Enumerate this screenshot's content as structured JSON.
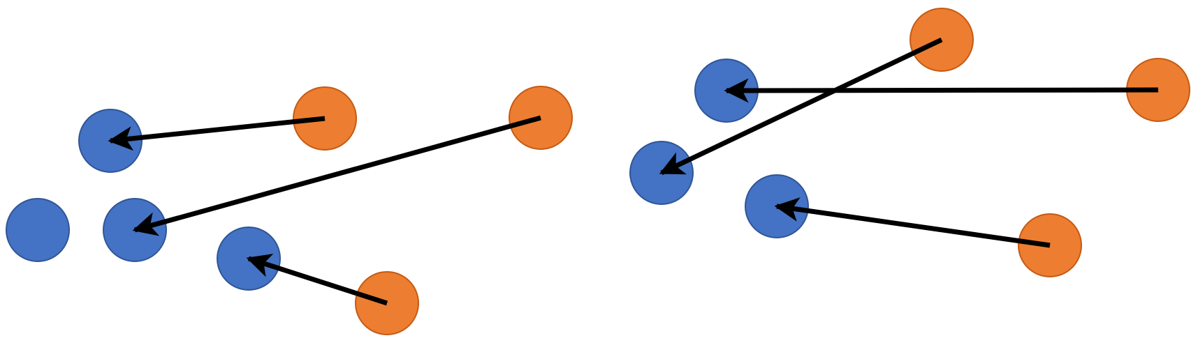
{
  "colors": {
    "blue_fill": "#4472C4",
    "blue_stroke": "#2F5597",
    "orange_fill": "#ED7D31",
    "orange_stroke": "#C55A11",
    "arrow": "#000000",
    "background": "#FFFFFF"
  },
  "panels": [
    {
      "name": "left-panel",
      "blue_points": [
        "b1",
        "b2",
        "b3",
        "b4"
      ],
      "orange_points": [
        "o1",
        "o2",
        "o3"
      ],
      "arrows": [
        {
          "from": "o1",
          "to": "b1"
        },
        {
          "from": "o2",
          "to": "b3"
        },
        {
          "from": "o3",
          "to": "b4"
        }
      ]
    },
    {
      "name": "right-panel",
      "blue_points": [
        "b5",
        "b6",
        "b7"
      ],
      "orange_points": [
        "o4",
        "o5",
        "o6"
      ],
      "arrows": [
        {
          "from": "o4",
          "to": "b6"
        },
        {
          "from": "o5",
          "to": "b5"
        },
        {
          "from": "o6",
          "to": "b7"
        }
      ]
    }
  ]
}
